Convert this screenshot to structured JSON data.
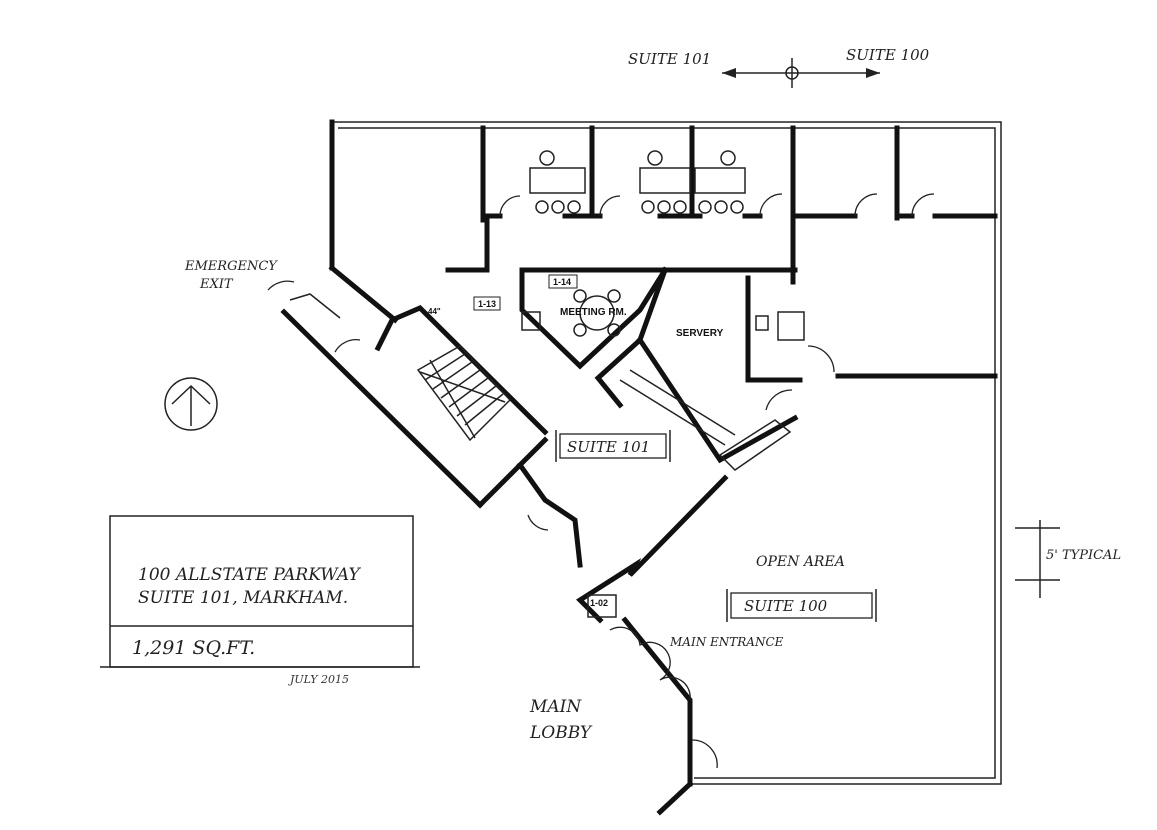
{
  "orientation": {
    "left_label": "SUITE 101",
    "right_label": "SUITE 100"
  },
  "exit_label": {
    "line1": "EMERGENCY",
    "line2": "EXIT"
  },
  "room_tags": {
    "tag_113": "1-13",
    "tag_114": "1-14",
    "tag_102": "1-02"
  },
  "rooms": {
    "meeting": "MEETING RM.",
    "servery": "SERVERY",
    "open_area": "OPEN AREA"
  },
  "suite_boxes": {
    "suite_101": "SUITE 101",
    "suite_100": "SUITE 100"
  },
  "dimensions": {
    "width_44": "44\"",
    "typical": "5' TYPICAL"
  },
  "entrance": {
    "main_entrance": "MAIN ENTRANCE",
    "lobby_line1": "MAIN",
    "lobby_line2": "LOBBY"
  },
  "title_block": {
    "address_line1": "100 ALLSTATE PARKWAY",
    "address_line2": "SUITE 101, MARKHAM.",
    "area": "1,291 SQ.FT.",
    "date": "JULY 2015"
  }
}
